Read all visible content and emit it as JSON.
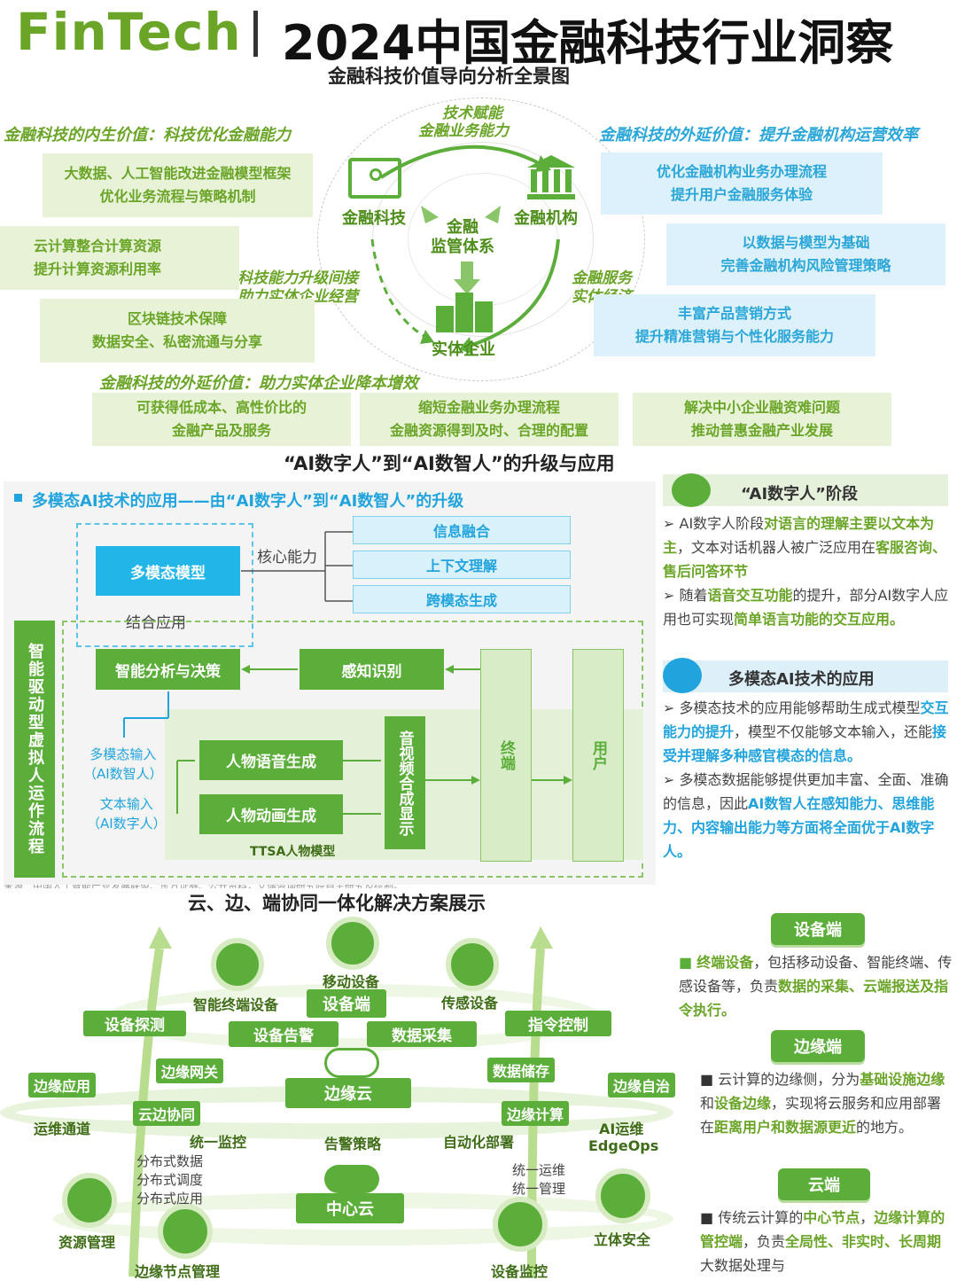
{
  "header": {
    "brand": "FinTech",
    "title": "2024中国金融科技行业洞察"
  },
  "s1": {
    "title": "金融科技价值导向分析全景图",
    "left_heading": "金融科技的内生价值：科技优化金融能力",
    "right_heading": "金融科技的外延价值：提升金融机构运营效率",
    "bottom_heading": "金融科技的外延价值：助力实体企业降本增效",
    "left_boxes": [
      {
        "l1": "大数据、人工智能改进金融模型框架",
        "l2": "优化业务流程与策略机制"
      },
      {
        "l1": "云计算整合计算资源",
        "l2": "提升计算资源利用率"
      },
      {
        "l1": "区块链技术保障",
        "l2": "数据安全、私密流通与分享"
      }
    ],
    "right_boxes": [
      {
        "l1": "优化金融机构业务办理流程",
        "l2": "提升用户金融服务体验"
      },
      {
        "l1": "以数据与模型为基础",
        "l2": "完善金融机构风险管理策略"
      },
      {
        "l1": "丰富产品营销方式",
        "l2": "提升精准营销与个性化服务能力"
      }
    ],
    "bottom_boxes": [
      {
        "l1": "可获得低成本、高性价比的",
        "l2": "金融产品及服务"
      },
      {
        "l1": "缩短金融业务办理流程",
        "l2": "金融资源得到及时、合理的配置"
      },
      {
        "l1": "解决中小企业融资难问题",
        "l2": "推动普惠金融产业发展"
      }
    ],
    "center": {
      "top1": "技术赋能",
      "top2": "金融业务能力",
      "fintech": "金融科技",
      "institution": "金融机构",
      "reg1": "金融",
      "reg2": "监管体系",
      "left1": "科技能力升级间接",
      "left2": "助力实体企业经营",
      "right1": "金融服务",
      "right2": "实体经济",
      "enterprise": "实体企业"
    }
  },
  "s2": {
    "title": "“AI数字人”到“AI数智人”的升级与应用",
    "panel_title": "多模态AI技术的应用——由“AI数字人”到“AI数智人”的升级",
    "multimodal": "多模态模型",
    "core": "核心能力",
    "caps": [
      "信息融合",
      "上下文理解",
      "跨模态生成"
    ],
    "combine": "结合应用",
    "vertical": "智能驱动型虚拟人运作流程",
    "analysis": "智能分析与决策",
    "perception": "感知识别",
    "in1a": "多模态输入",
    "in1b": "（AI数智人）",
    "in2a": "文本输入",
    "in2b": "（AI数字人）",
    "voice": "人物语音生成",
    "anim": "人物动画生成",
    "ttsa": "TTSA人物模型",
    "display": "音视频合成显示",
    "terminal": "终端",
    "user": "用户",
    "source": "来源：中国人工智能产业发展联盟、东方证券、公开资料，艾瑞咨询研究院自主研究及绘制。",
    "right": {
      "h1": "“AI数字人”阶段",
      "h2": "多模态AI技术的应用"
    }
  },
  "s3": {
    "title": "云、边、端协同一体化解决方案展示",
    "icons": [
      "智能终端设备",
      "移动设备",
      "传感设备"
    ],
    "device": "设备端",
    "row1": [
      "设备探测",
      "设备告警",
      "数据采集",
      "指令控制"
    ],
    "edge_labels": [
      "边缘网关",
      "数据储存",
      "边缘应用",
      "边缘自治",
      "云边协同",
      "边缘计算"
    ],
    "edge_cloud": "边缘云",
    "row2": [
      "运维通道",
      "统一监控",
      "告警策略",
      "自动化部署"
    ],
    "ai_ops": "AI运维",
    "edgeops": "EdgeOps",
    "dist": [
      "分布式数据",
      "分布式调度",
      "分布式应用"
    ],
    "unified": [
      "统一运维",
      "统一管理"
    ],
    "center_cloud": "中心云",
    "bottom": [
      "资源管理",
      "立体安全",
      "边缘节点管理",
      "设备监控"
    ],
    "right": {
      "p1": "设备端",
      "p2": "边缘端",
      "p3": "云端"
    }
  }
}
